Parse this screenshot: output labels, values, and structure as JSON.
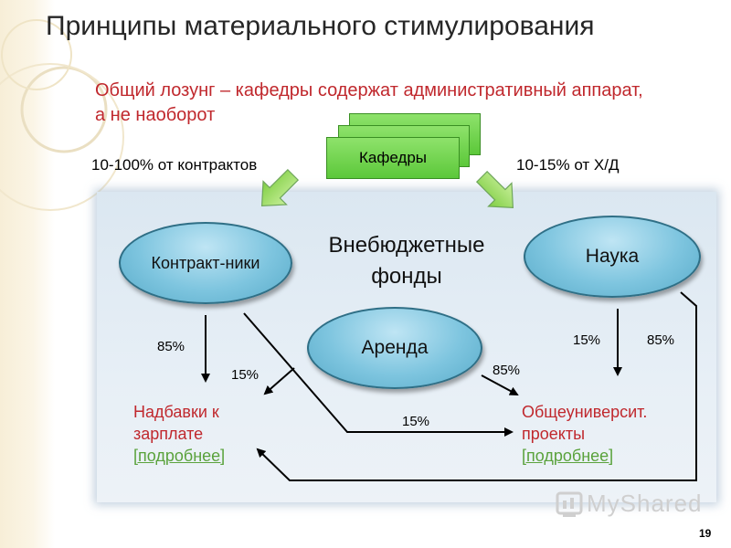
{
  "slide": {
    "title": "Принципы материального стимулирования",
    "slogan": "Общий лозунг – кафедры содержат административный аппарат, а не наоборот",
    "page_number": "19",
    "watermark": "MyShared"
  },
  "nodes": {
    "kafedry": "Кафедры",
    "budget_funds": "Внебюджетные фонды",
    "contractors": "Контракт-ники",
    "science": "Наука",
    "rent": "Аренда",
    "bonuses": "Надбавки к зарплате",
    "bonuses_link": "[подробнее]",
    "projects": "Общеуниверсит. проекты",
    "projects_link": "[подробнее]"
  },
  "labels": {
    "contracts_share": "10-100% от контрактов",
    "hd_share": "10-15% от Х/Д",
    "contractors_to_bonuses": "85%",
    "contractors_to_projects": "15%",
    "rent_to_projects": "85%",
    "rent_to_bonuses": "15%",
    "science_to_projects": "15%",
    "science_to_bonuses": "85%"
  },
  "colors": {
    "accent_red": "#c0282d",
    "link_green": "#5aa23c",
    "card_green": "#5cc83a",
    "ellipse_blue": "#7ec5df"
  }
}
